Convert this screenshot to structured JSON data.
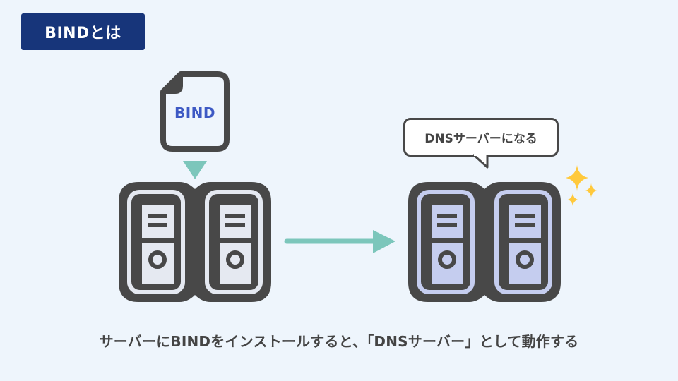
{
  "title": "BINDとは",
  "file": {
    "label": "BIND",
    "icon": "document-icon"
  },
  "speech_bubble": {
    "text": "DNSサーバーになる"
  },
  "caption": "サーバーにBINDをインストールすると、「DNSサーバー」として動作する",
  "colors": {
    "background": "#eef5fc",
    "title_badge": "#17357a",
    "file_label": "#3d59c4",
    "arrow": "#7cc6bb",
    "server_outline": "#484848",
    "server_before_fill": "#e5e9f1",
    "server_after_fill": "#c5cdef",
    "sparkle": "#ffc93c"
  },
  "icons": {
    "down_arrow": "triangle-down-icon",
    "right_arrow": "arrow-right-icon",
    "sparkle": "sparkle-icon"
  }
}
